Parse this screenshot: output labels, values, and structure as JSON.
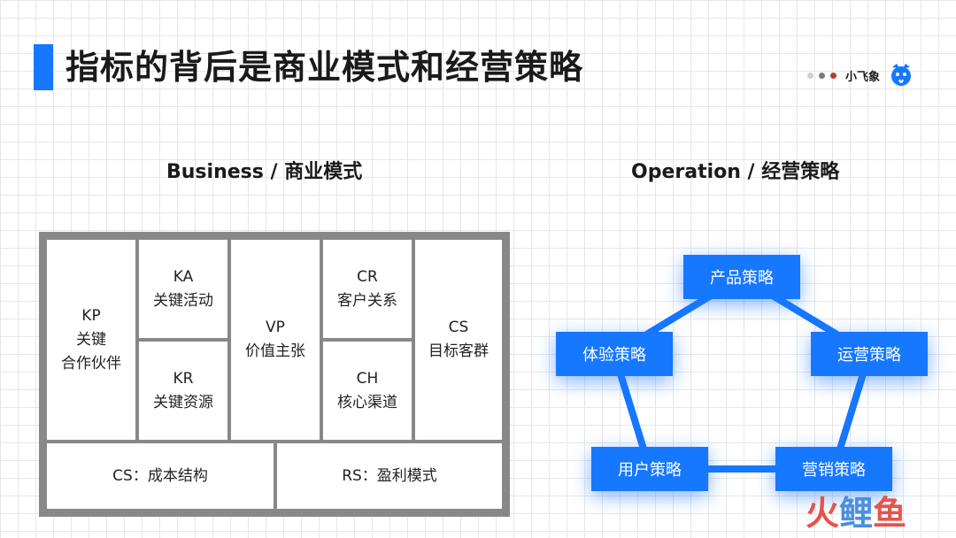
{
  "header": {
    "title": "指标的背后是商业模式和经营策略"
  },
  "brand": {
    "name": "小飞象",
    "dot_colors": [
      "#cfcfcf",
      "#7a7a7a",
      "#c0392b"
    ]
  },
  "colors": {
    "accent": "#1677ff",
    "canvas_border": "#888888"
  },
  "business": {
    "title": "Business / 商业模式",
    "cells": {
      "kp": {
        "code": "KP",
        "line1": "关键",
        "line2": "合作伙伴"
      },
      "ka": {
        "code": "KA",
        "label": "关键活动"
      },
      "kr": {
        "code": "KR",
        "label": "关键资源"
      },
      "vp": {
        "code": "VP",
        "label": "价值主张"
      },
      "cr": {
        "code": "CR",
        "label": "客户关系"
      },
      "ch": {
        "code": "CH",
        "label": "核心渠道"
      },
      "cs": {
        "code": "CS",
        "label": "目标客群"
      },
      "cost": {
        "label": "CS：成本结构"
      },
      "revenue": {
        "label": "RS：盈利模式"
      }
    }
  },
  "operation": {
    "title": "Operation / 经营策略",
    "nodes": {
      "product": "产品策略",
      "operations": "运营策略",
      "marketing": "营销策略",
      "user": "用户策略",
      "experience": "体验策略"
    }
  },
  "watermark": {
    "chars": [
      "火",
      "鲤",
      "鱼"
    ]
  }
}
